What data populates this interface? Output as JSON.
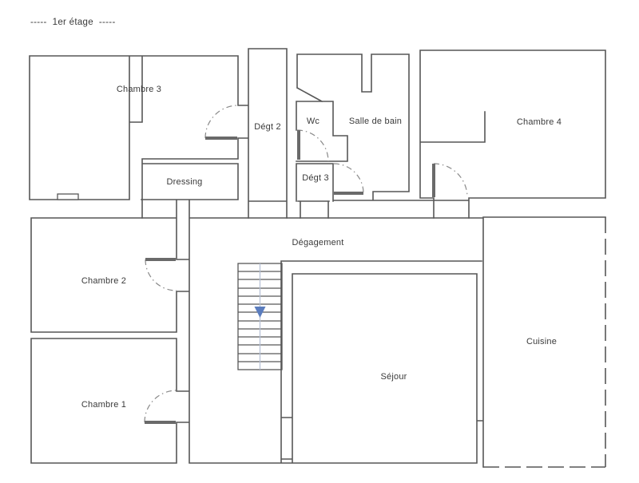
{
  "title": "-----  1er étage  -----",
  "rooms": {
    "chambre3": {
      "label": "Chambre 3"
    },
    "chambre4": {
      "label": "Chambre 4"
    },
    "degt2": {
      "label": "Dégt 2"
    },
    "wc": {
      "label": "Wc"
    },
    "salle_de_bain": {
      "label": "Salle de bain"
    },
    "dressing": {
      "label": "Dressing"
    },
    "degt3": {
      "label": "Dégt 3"
    },
    "degagement": {
      "label": "Dégagement"
    },
    "chambre2": {
      "label": "Chambre 2"
    },
    "chambre1": {
      "label": "Chambre 1"
    },
    "sejour": {
      "label": "Séjour"
    },
    "cuisine": {
      "label": "Cuisine"
    }
  },
  "stairs": {
    "direction": "down",
    "steps": 13
  },
  "colors": {
    "background": "#ffffff",
    "wall": "#575757",
    "door_leaf": "#6a6a6a",
    "door_swing": "#8a8a8a",
    "text": "#3a3a3a",
    "stair_rail": "#b3bfd4",
    "stair_arrow": "#5b7dbe"
  }
}
